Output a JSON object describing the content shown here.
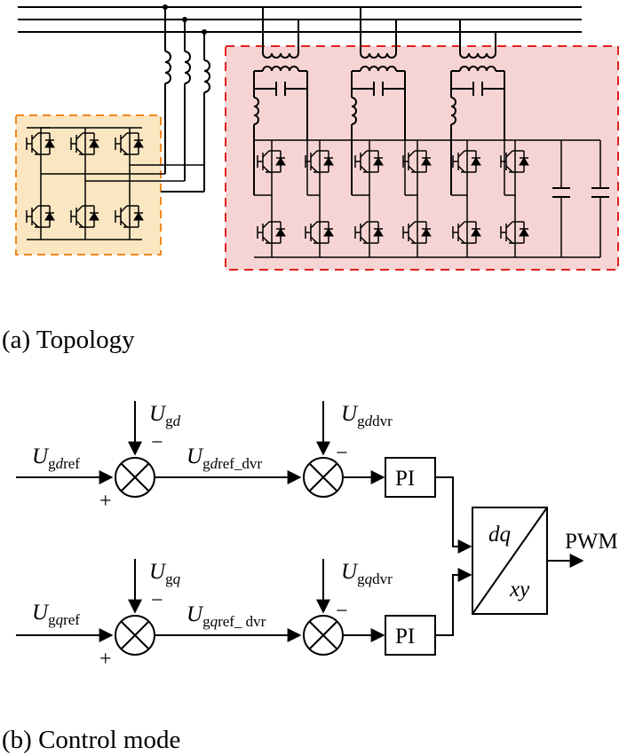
{
  "topology": {
    "caption": "(a)  Topology",
    "shunt_box": {
      "fill": "#fbe6c2",
      "border": "#f08a1c"
    },
    "series_box": {
      "fill": "#f7d4d4",
      "border": "#e0211d"
    }
  },
  "control": {
    "caption": "(b)  Control mode",
    "inputs": {
      "d_ref": {
        "main": "U",
        "sub_a": "g",
        "sub_b": "d",
        "sub_c": "ref"
      },
      "q_ref": {
        "main": "U",
        "sub_a": "g",
        "sub_b": "q",
        "sub_c": "ref"
      }
    },
    "feedback": {
      "gd": {
        "main": "U",
        "sub_a": "g",
        "sub_b": "d",
        "sub_c": ""
      },
      "gq": {
        "main": "U",
        "sub_a": "g",
        "sub_b": "q",
        "sub_c": ""
      },
      "gddvr": {
        "main": "U",
        "sub_a": "g",
        "sub_b": "d",
        "sub_c": "dvr"
      },
      "gqdvr": {
        "main": "U",
        "sub_a": "g",
        "sub_b": "q",
        "sub_c": "dvr"
      }
    },
    "intermediate": {
      "d": {
        "main": "U",
        "sub_a": "g",
        "sub_b": "d",
        "sub_c": "ref_dvr"
      },
      "q": {
        "main": "U",
        "sub_a": "g",
        "sub_b": "q",
        "sub_c": "ref_ dvr"
      }
    },
    "signs": {
      "plus": "+",
      "minus": "−"
    },
    "pi_label": "PI",
    "transform": {
      "top": "dq",
      "bottom": "xy"
    },
    "output": "PWM"
  }
}
